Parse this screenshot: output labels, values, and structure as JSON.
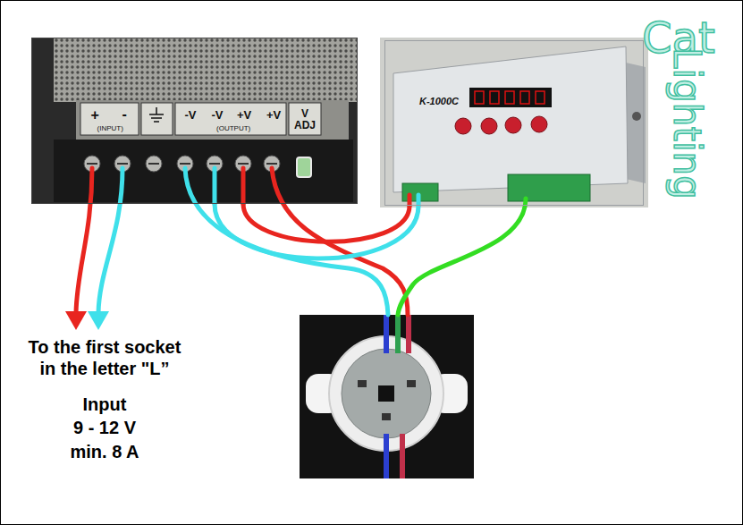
{
  "diagram": {
    "nodes": [
      {
        "text": [
          "+",
          "-",
          "(INPUT)",
          "-V",
          "-V",
          "+V",
          "+V",
          "(OUTPUT)",
          "V ADJ"
        ]
      },
      {
        "text": [
          "K-1000C"
        ]
      }
    ],
    "edges": [
      {
        "from": 0,
        "to": 1,
        "arrow": "none"
      },
      {
        "from": 0,
        "to": 1,
        "arrow": "none"
      }
    ],
    "labels": [
      "To the first socket in the letter \"L”",
      "Input",
      "9 - 12 V",
      "min. 8 A",
      "Cat",
      "Lighting"
    ]
  }
}
